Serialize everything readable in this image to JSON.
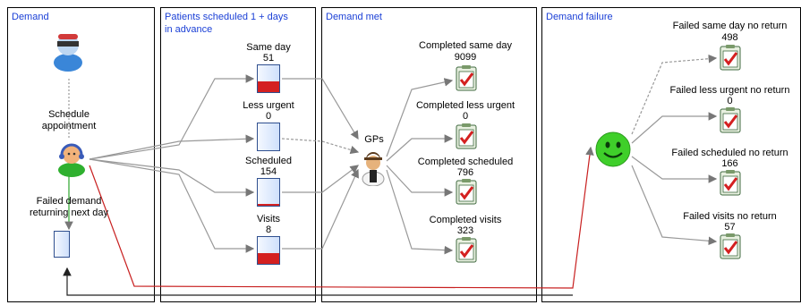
{
  "panels": {
    "demand": {
      "title": "Demand"
    },
    "scheduled": {
      "title_line1": "Patients scheduled 1 + days",
      "title_line2": "in advance"
    },
    "met": {
      "title": "Demand met"
    },
    "failure": {
      "title": "Demand failure"
    }
  },
  "demand": {
    "schedule_label_line1": "Schedule",
    "schedule_label_line2": "appointment",
    "failed_label_line1": "Failed demand",
    "failed_label_line2": "returning next day",
    "failed_level": 0
  },
  "scheduled_items": [
    {
      "label": "Same day",
      "value": "51",
      "level": 0.4
    },
    {
      "label": "Less urgent",
      "value": "0",
      "level": 0
    },
    {
      "label": "Scheduled",
      "value": "154",
      "level": 0.08
    },
    {
      "label": "Visits",
      "value": "8",
      "level": 0.4
    }
  ],
  "gps": {
    "label": "GPs"
  },
  "met_items": [
    {
      "label": "Completed same day",
      "value": "9099"
    },
    {
      "label": "Completed less urgent",
      "value": "0"
    },
    {
      "label": "Completed scheduled",
      "value": "796"
    },
    {
      "label": "Completed visits",
      "value": "323"
    }
  ],
  "failure_items": [
    {
      "label": "Failed same day no return",
      "value": "498"
    },
    {
      "label": "Failed less urgent no return",
      "value": "0"
    },
    {
      "label": "Failed scheduled no return",
      "value": "166"
    },
    {
      "label": "Failed visits no return",
      "value": "57"
    }
  ],
  "colors": {
    "title": "#1a3fd6",
    "fill": "#d42020",
    "check": "#d42020",
    "smiley": "#3fcf2a",
    "red_link": "#c82020"
  }
}
